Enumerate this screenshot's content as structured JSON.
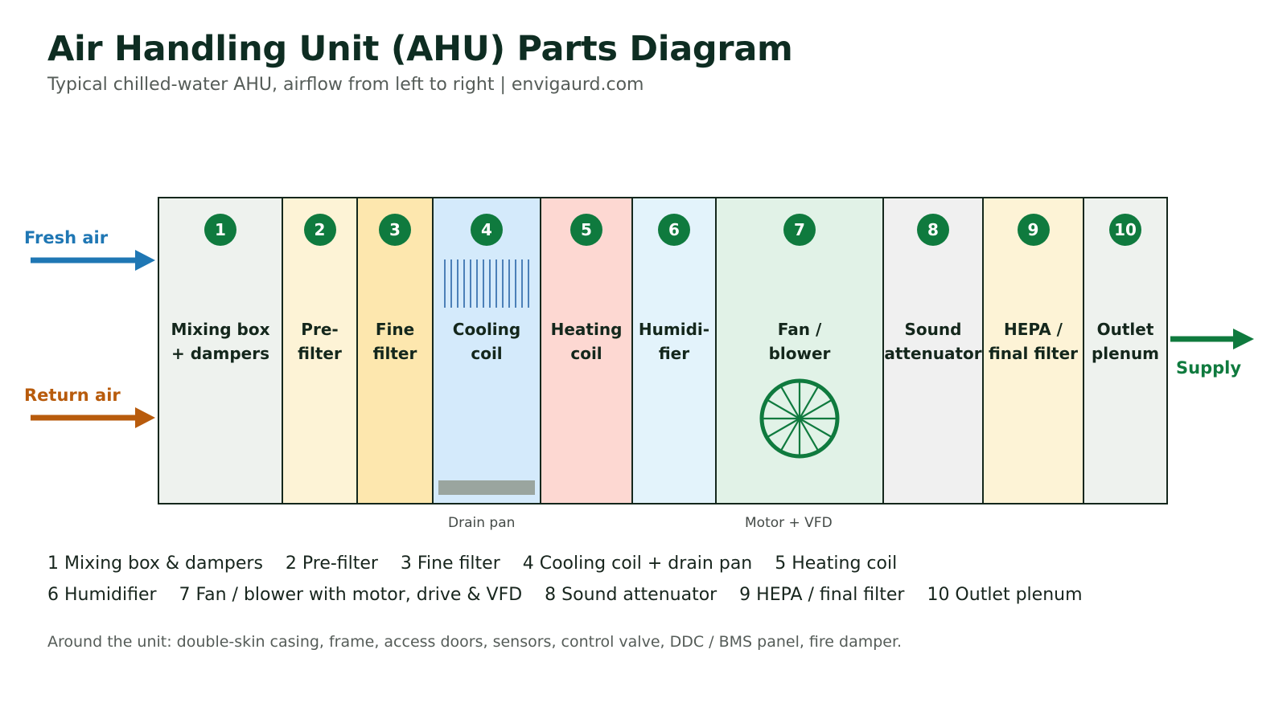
{
  "header": {
    "title": "Air Handling Unit (AHU) Parts Diagram",
    "subtitle": "Typical chilled-water AHU, airflow from left to right  |  envigaurd.com"
  },
  "inputs": {
    "fresh_air": "Fresh air",
    "return_air": "Return air",
    "supply": "Supply"
  },
  "colors": {
    "fresh": "#1f77b4",
    "return": "#b85b0c",
    "supply": "#0f7a3e",
    "badge": "#0f7a3e"
  },
  "sections": [
    {
      "num": "1",
      "label": "Mixing box\n+ dampers",
      "bg": "#eef2ee"
    },
    {
      "num": "2",
      "label": "Pre-\nfilter",
      "bg": "#fdf3d6"
    },
    {
      "num": "3",
      "label": "Fine\nfilter",
      "bg": "#fde7ae"
    },
    {
      "num": "4",
      "label": "Cooling\ncoil",
      "bg": "#d4eafb"
    },
    {
      "num": "5",
      "label": "Heating\ncoil",
      "bg": "#fdd8d2"
    },
    {
      "num": "6",
      "label": "Humidi-\nfier",
      "bg": "#e3f3fb"
    },
    {
      "num": "7",
      "label": "Fan /\nblower",
      "bg": "#e1f2e7"
    },
    {
      "num": "8",
      "label": "Sound\nattenuator",
      "bg": "#f0f0f0"
    },
    {
      "num": "9",
      "label": "HEPA /\nfinal filter",
      "bg": "#fdf3d6"
    },
    {
      "num": "10",
      "label": "Outlet\nplenum",
      "bg": "#eef2ee"
    }
  ],
  "notes": {
    "drain_pan": "Drain pan",
    "motor": "Motor + VFD"
  },
  "legend": {
    "line1": "1 Mixing box & dampers    2 Pre-filter    3 Fine filter    4 Cooling coil + drain pan    5 Heating coil",
    "line2": "6 Humidifier    7 Fan / blower with motor, drive & VFD    8 Sound attenuator    9 HEPA / final filter    10 Outlet plenum"
  },
  "footer": "Around the unit: double-skin casing, frame, access doors, sensors, control valve, DDC / BMS panel, fire damper."
}
